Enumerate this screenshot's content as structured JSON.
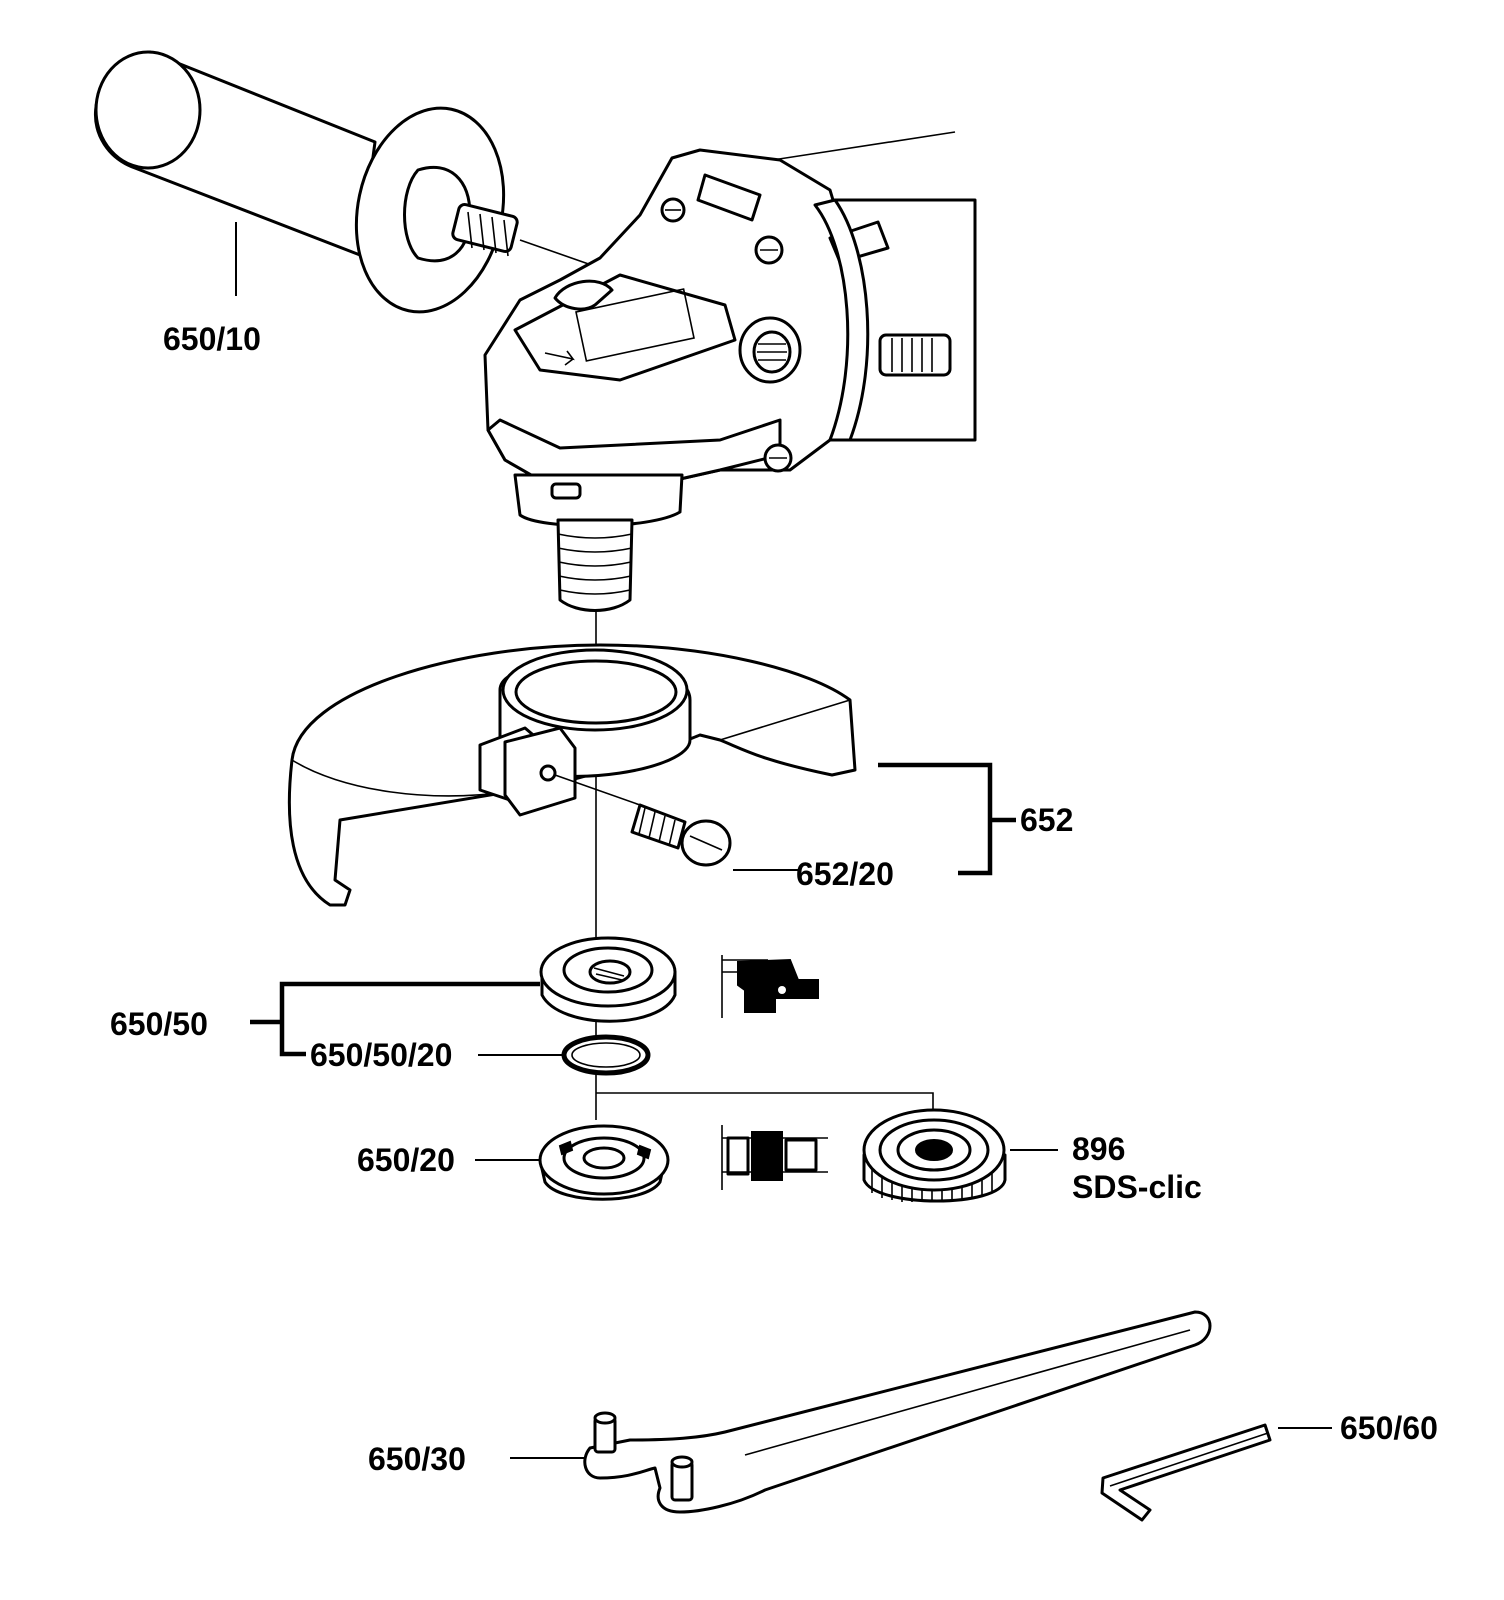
{
  "labels": {
    "handle": "650/10",
    "guard": "652",
    "guard_screw": "652/20",
    "flange_assembly": "650/50",
    "o_ring": "650/50/20",
    "clamping_nut": "650/20",
    "quick_nut_number": "896",
    "quick_nut_name": "SDS-clic",
    "spanner": "650/30",
    "hex_key": "650/60"
  },
  "colors": {
    "ink": "#000000",
    "paper": "#ffffff"
  }
}
